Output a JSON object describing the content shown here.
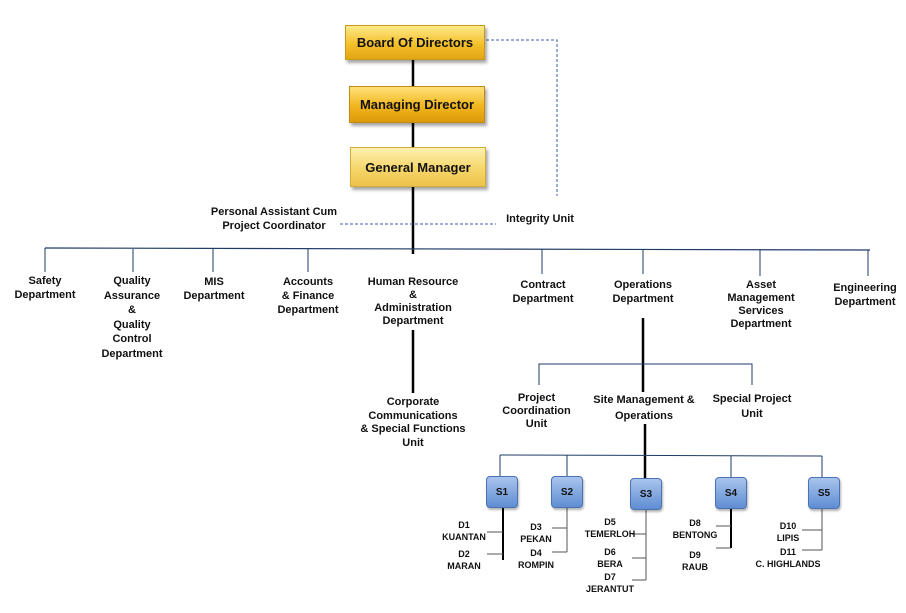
{
  "top": {
    "board": "Board Of Directors",
    "md": "Managing Director",
    "gm": "General Manager"
  },
  "side": {
    "pa": [
      "Personal Assistant Cum",
      "Project Coordinator"
    ],
    "integrity": "Integrity Unit"
  },
  "departments": {
    "safety": [
      "Safety",
      "Department"
    ],
    "quality": [
      "Quality",
      "Assurance",
      "&",
      "Quality",
      "Control",
      "Department"
    ],
    "mis": [
      "MIS",
      "Department"
    ],
    "accounts": [
      "Accounts",
      "& Finance",
      "Department"
    ],
    "hr": [
      "Human  Resource",
      "&",
      "Administration",
      "Department"
    ],
    "contract": [
      "Contract",
      "Department"
    ],
    "operations": [
      "Operations",
      "Department"
    ],
    "asset": [
      "Asset",
      "Management",
      "Services",
      "Department"
    ],
    "engineering": [
      "Engineering",
      "Department"
    ]
  },
  "hr_sub": [
    "Corporate",
    "Communications",
    "& Special Functions",
    "Unit"
  ],
  "ops_sub": {
    "pcu": [
      "Project",
      "Coordination",
      "Unit"
    ],
    "smo": [
      "Site Management &",
      "Operations"
    ],
    "spu": [
      "Special Project",
      "Unit"
    ]
  },
  "sites": {
    "s1": "S1",
    "s2": "S2",
    "s3": "S3",
    "s4": "S4",
    "s5": "S5"
  },
  "districts": {
    "d1": [
      "D1",
      "KUANTAN"
    ],
    "d2": [
      "D2",
      "MARAN"
    ],
    "d3": [
      "D3",
      "PEKAN"
    ],
    "d4": [
      "D4",
      "ROMPIN"
    ],
    "d5": [
      "D5",
      "TEMERLOH"
    ],
    "d6": [
      "D6",
      "BERA"
    ],
    "d7": [
      "D7",
      "JERANTUT"
    ],
    "d8": [
      "D8",
      "BENTONG"
    ],
    "d9": [
      "D9",
      "RAUB"
    ],
    "d10": [
      "D10",
      "LIPIS"
    ],
    "d11": [
      "D11",
      "C. HIGHLANDS"
    ]
  }
}
